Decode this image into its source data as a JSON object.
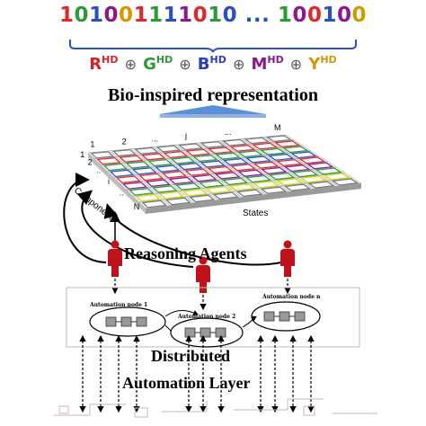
{
  "bits": [
    {
      "text": "1",
      "color": "#e3262b"
    },
    {
      "text": "0",
      "color": "#2d9a3a"
    },
    {
      "text": "1",
      "color": "#2a4fbf"
    },
    {
      "text": "0",
      "color": "#8a1a8a"
    },
    {
      "text": "0",
      "color": "#d19a00"
    },
    {
      "text": "1",
      "color": "#e3262b"
    },
    {
      "text": "1",
      "color": "#2d9a3a"
    },
    {
      "text": "1",
      "color": "#2a4fbf"
    },
    {
      "text": "1",
      "color": "#8a1a8a"
    },
    {
      "text": "0",
      "color": "#e3262b"
    },
    {
      "text": "1",
      "color": "#2d9a3a"
    },
    {
      "text": "0",
      "color": "#2a4fbf"
    },
    {
      "text": " ... ",
      "color": "#2a4fbf"
    },
    {
      "text": "1",
      "color": "#2d9a3a"
    },
    {
      "text": "0",
      "color": "#8a1a8a"
    },
    {
      "text": "0",
      "color": "#e3262b"
    },
    {
      "text": "1",
      "color": "#2a4fbf"
    },
    {
      "text": "0",
      "color": "#8a1a8a"
    },
    {
      "text": "0",
      "color": "#d19a00"
    }
  ],
  "formula": [
    {
      "base": "R",
      "sup": "HD",
      "color": "#d8222a"
    },
    {
      "base": "G",
      "sup": "HD",
      "color": "#2d9a3a"
    },
    {
      "base": "B",
      "sup": "HD",
      "color": "#2a3fb8"
    },
    {
      "base": "M",
      "sup": "HD",
      "color": "#8a1a8a"
    },
    {
      "base": "Y",
      "sup": "HD",
      "color": "#d19a00"
    }
  ],
  "operator": "⊕",
  "bio_label": "Bio-inspired representation",
  "grid": {
    "top_labels": [
      "1",
      "2",
      "...",
      "j",
      "...",
      "M"
    ],
    "left_labels": [
      "1",
      "2",
      "..",
      "i",
      "..",
      "N"
    ],
    "axis_components": "Components",
    "axis_states": "States",
    "row_colors": [
      "#777777",
      "#e3262b",
      "#2d9a3a",
      "#2a4fbf",
      "#e3262b",
      "#8a1a8a",
      "#2d9a3a",
      "#d8d800",
      "#777777"
    ]
  },
  "reasoning_label": "Reasoning Agents",
  "nodes": {
    "n1": "Automation node 1",
    "n2": "Automation node 2",
    "nn": "Automation node n"
  },
  "layer_label_1": "Distributed",
  "layer_label_2": "Automation Layer",
  "colors": {
    "agent": "#c0121a",
    "brace": "#2a4fbf",
    "arrow": "#5b8fd6"
  }
}
